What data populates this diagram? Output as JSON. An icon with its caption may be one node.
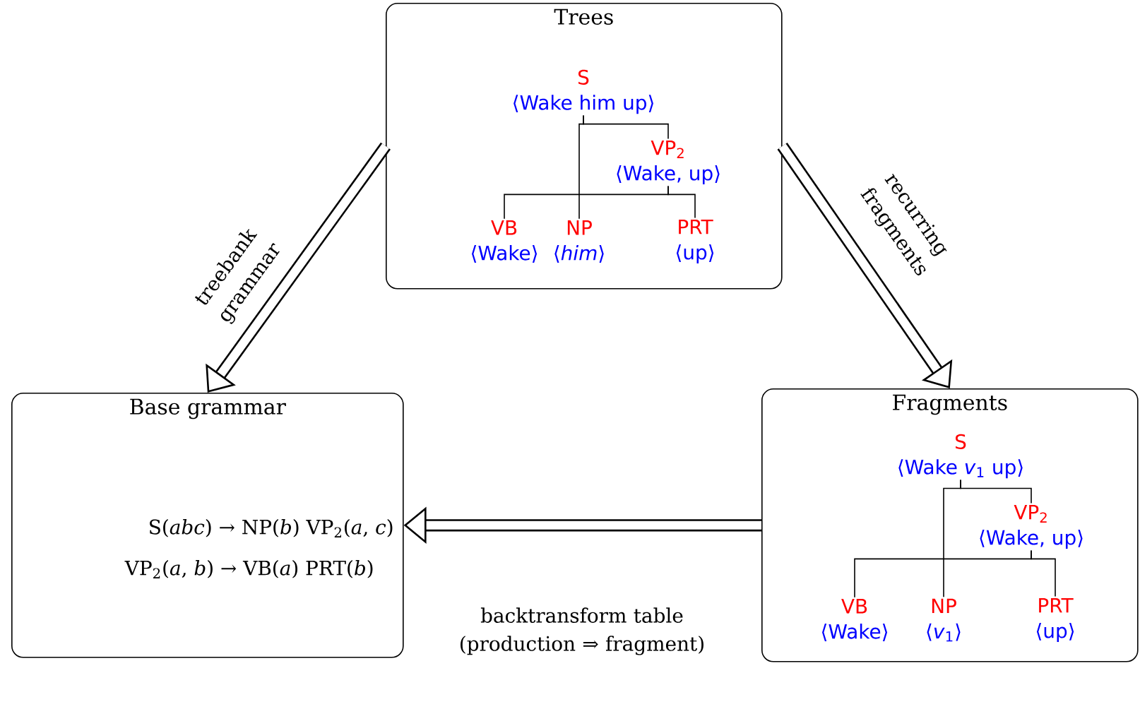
{
  "diagram": {
    "nodes": [
      {
        "text": [
          "Trees"
        ]
      },
      {
        "text": [
          "S",
          "⟨Wake him up⟩"
        ],
        "in": 0
      },
      {
        "text": [
          "VP$_{2}$",
          "⟨Wake, up⟩"
        ],
        "in": 0
      },
      {
        "text": [
          "VB",
          "⟨Wake⟩"
        ],
        "in": 0
      },
      {
        "text": [
          "NP",
          "⟨*him*⟩"
        ],
        "in": 0
      },
      {
        "text": [
          "PRT",
          "⟨up⟩"
        ],
        "in": 0
      },
      {
        "text": [
          "Base grammar",
          "S(*abc*) → NP(*b*) VP$_{2}$(*a*, *c*)",
          "VP$_{2}$(*a*, *b*) → VB(*a*) PRT(*b*)"
        ]
      },
      {
        "text": [
          "Fragments"
        ]
      },
      {
        "text": [
          "S",
          "⟨Wake *v*$_{1}$ up⟩"
        ],
        "in": 7
      },
      {
        "text": [
          "VP$_{2}$",
          "⟨Wake, up⟩"
        ],
        "in": 7
      },
      {
        "text": [
          "VB",
          "⟨Wake⟩"
        ],
        "in": 7
      },
      {
        "text": [
          "NP",
          "⟨*v*$_{1}$⟩"
        ],
        "in": 7
      },
      {
        "text": [
          "PRT",
          "⟨up⟩"
        ],
        "in": 7
      }
    ],
    "edges": [
      {
        "from": 0,
        "to": 6,
        "arrow": "to",
        "label": "treebank grammar",
        "style": "thick"
      },
      {
        "from": 0,
        "to": 7,
        "arrow": "to",
        "label": "recurring fragments",
        "style": "thick"
      },
      {
        "from": 7,
        "to": 6,
        "arrow": "to",
        "label": "backtransform table (production ⇒ fragment)",
        "style": "thick"
      },
      {
        "from": 1,
        "to": 4,
        "arrow": "none"
      },
      {
        "from": 1,
        "to": 2,
        "arrow": "none"
      },
      {
        "from": 2,
        "to": 3,
        "arrow": "none"
      },
      {
        "from": 2,
        "to": 5,
        "arrow": "none"
      },
      {
        "from": 8,
        "to": 11,
        "arrow": "none"
      },
      {
        "from": 8,
        "to": 9,
        "arrow": "none"
      },
      {
        "from": 9,
        "to": 10,
        "arrow": "none"
      },
      {
        "from": 9,
        "to": 12,
        "arrow": "none"
      }
    ]
  }
}
